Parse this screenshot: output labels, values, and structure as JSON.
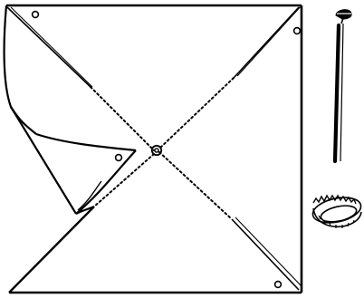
{
  "colors": {
    "ink": "#000000",
    "paper": "#ffffff"
  },
  "diagram": {
    "subject": "pinwheel-craft-instructions",
    "parts": [
      "square-paper-with-cuts-and-fold",
      "push-pin",
      "stick",
      "bottle-cap"
    ],
    "icons": [
      "push-pin-icon",
      "bottle-cap-icon",
      "center-hole-icon"
    ]
  }
}
